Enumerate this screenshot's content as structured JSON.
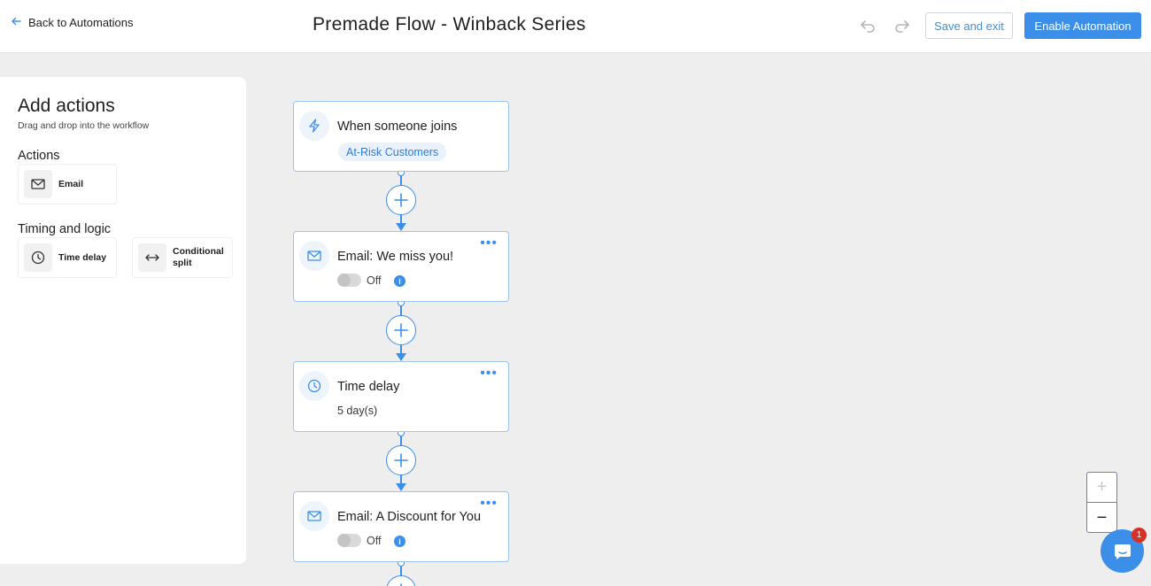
{
  "header": {
    "back_label": "Back to Automations",
    "title": "Premade Flow - Winback Series",
    "save_label": "Save and exit",
    "enable_label": "Enable Automation"
  },
  "panel": {
    "title": "Add actions",
    "subtitle": "Drag and drop into the workflow",
    "actions_heading": "Actions",
    "actions": [
      {
        "label": "Email",
        "icon": "envelope-icon"
      }
    ],
    "timing_heading": "Timing and logic",
    "timing": [
      {
        "label": "Time delay",
        "icon": "clock-icon"
      },
      {
        "label": "Conditional split",
        "icon": "split-arrows-icon"
      }
    ]
  },
  "flow": {
    "trigger": {
      "title": "When someone joins",
      "list": "At-Risk Customers",
      "icon": "lightning-icon"
    },
    "steps": [
      {
        "title": "Email: We miss you!",
        "status": "Off",
        "icon": "envelope-icon"
      },
      {
        "title": "Time delay",
        "detail": "5 day(s)",
        "icon": "clock-icon"
      },
      {
        "title": "Email: A Discount for You",
        "status": "Off",
        "icon": "envelope-icon"
      }
    ],
    "more_glyph": "•••",
    "info_glyph": "i"
  },
  "zoom": {
    "in": "+",
    "out": "−"
  },
  "chat": {
    "badge": "1"
  },
  "colors": {
    "accent": "#3b8fe8",
    "badge": "#d93025"
  }
}
